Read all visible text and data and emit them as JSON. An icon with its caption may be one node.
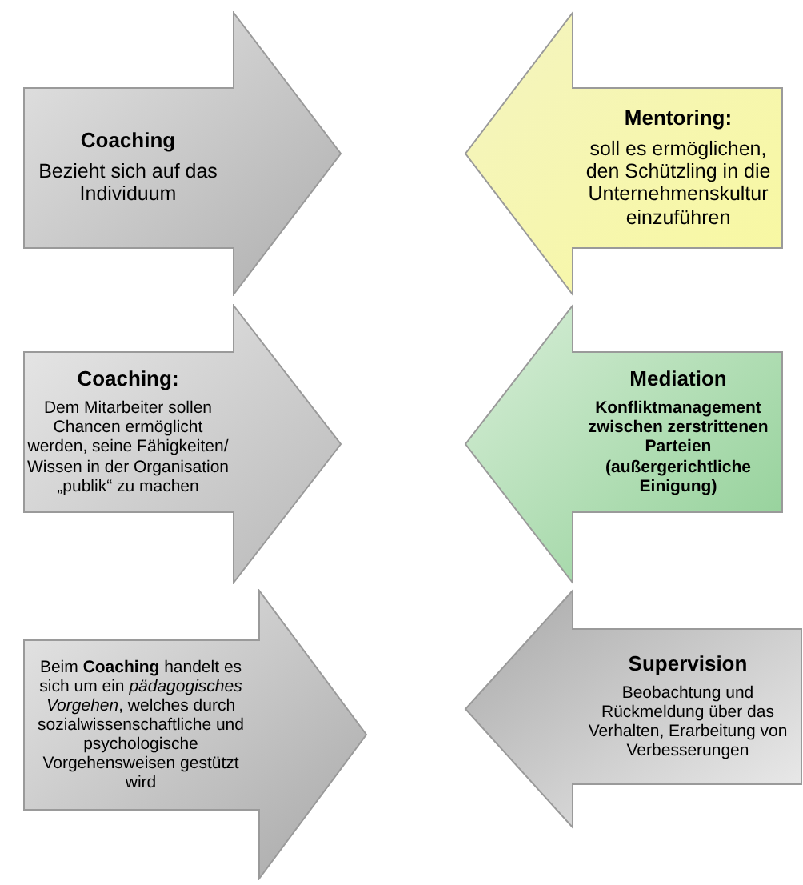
{
  "diagram": {
    "nodes": [
      {
        "text": [
          "Coaching",
          "Bezieht sich auf das Individuum"
        ]
      },
      {
        "text": [
          "Mentoring:",
          "soll es ermöglichen, den Schützling in die Unternehmenskultur einzuführen"
        ]
      },
      {
        "text": [
          "Coaching:",
          "Dem Mitarbeiter sollen Chancen ermöglicht werden, seine Fähigkeiten/ Wissen in der Organisation „publik“ zu machen"
        ]
      },
      {
        "text": [
          "Mediation",
          "Konfliktmanagement zwischen zerstrittenen Parteien (außergerichtliche Einigung)"
        ]
      },
      {
        "text": [
          "Beim **Coaching** handelt es sich um ein *pädagogisches Vorgehen*, welches durch sozialwissenschaftliche und psychologische Vorgehensweisen gestützt wird"
        ]
      },
      {
        "text": [
          "Supervision",
          "Beobachtung und Rückmeldung über das Verhalten, Erarbeitung von Verbesserungen"
        ]
      }
    ]
  }
}
